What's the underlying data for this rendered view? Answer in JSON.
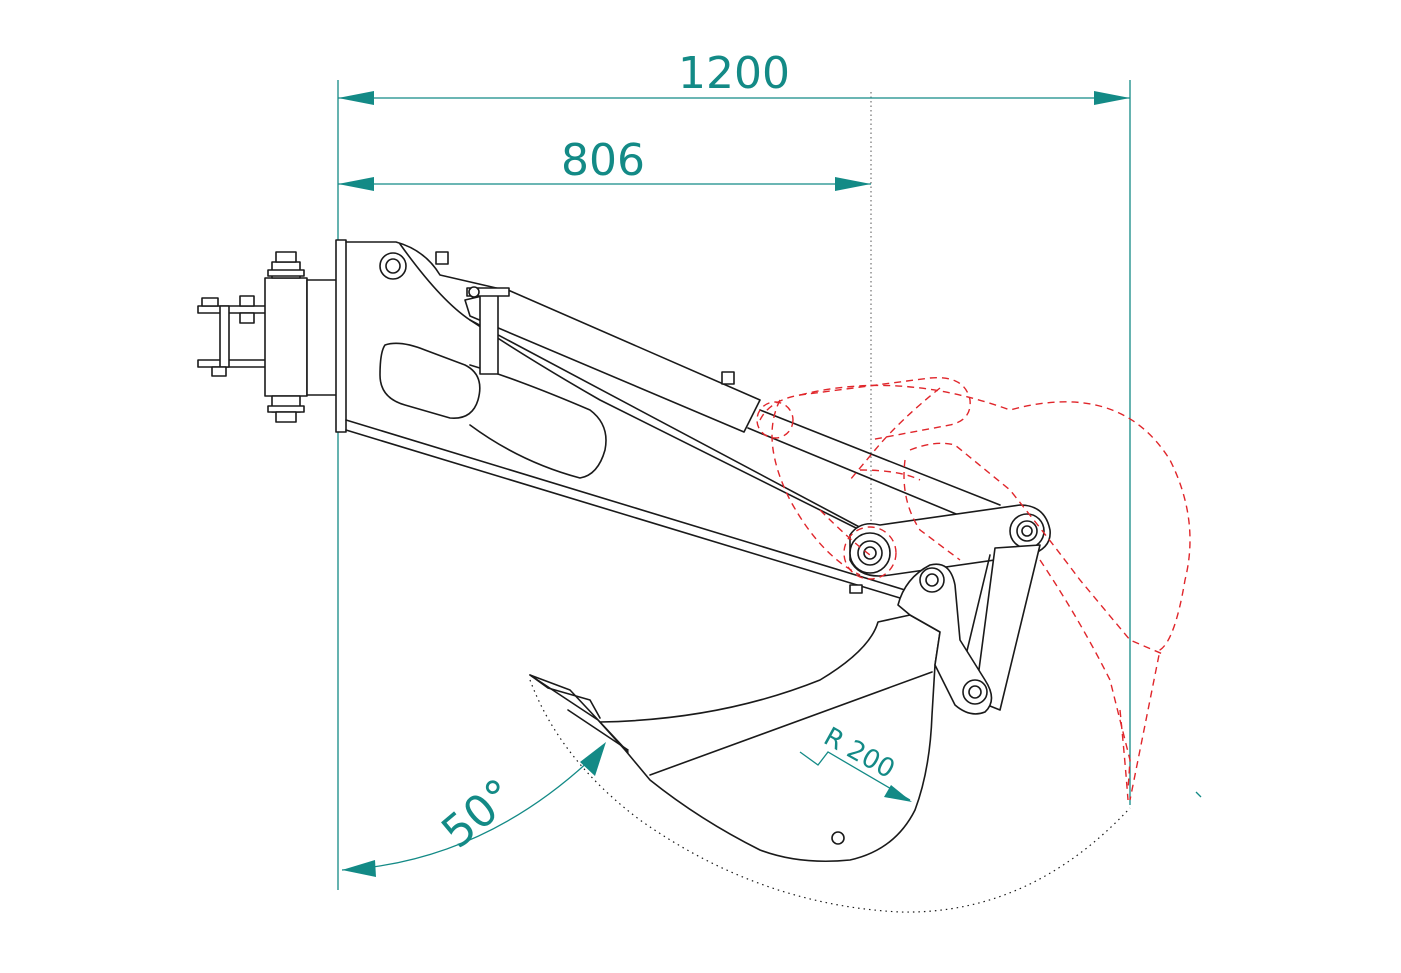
{
  "dimensions": {
    "overall_reach": "1200",
    "pivot_reach": "806",
    "radius": "R 200",
    "angle": "50°"
  },
  "colors": {
    "dimension": "#138a86",
    "outline": "#1a1a1a",
    "alternate_position": "#e0262b",
    "background": "#ffffff"
  }
}
